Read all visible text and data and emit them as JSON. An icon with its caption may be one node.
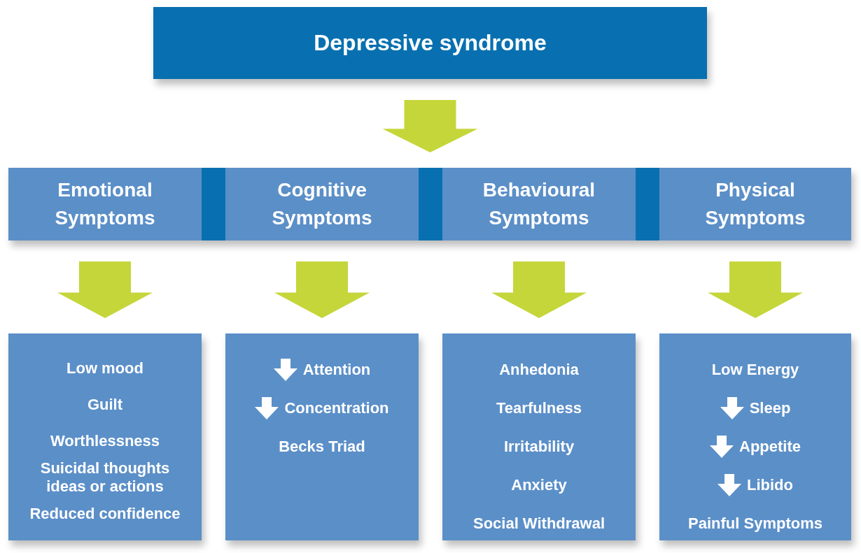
{
  "diagram": {
    "nodes": [
      {
        "text": [
          "Depressive syndrome"
        ]
      },
      {
        "text": [],
        "shape": "bar"
      },
      {
        "text": [
          "Emotional Symptoms"
        ],
        "in": 1
      },
      {
        "text": [
          "Cognitive Symptoms"
        ],
        "in": 1
      },
      {
        "text": [
          "Behavioural Symptoms"
        ],
        "in": 1
      },
      {
        "text": [
          "Physical Symptoms"
        ],
        "in": 1
      },
      {
        "text": [
          "Low mood",
          "Guilt",
          "Worthlessness",
          "Suicidal thoughts ideas or actions",
          "Reduced confidence"
        ]
      },
      {
        "text": [
          "Attention",
          "Concentration",
          "Becks Triad"
        ]
      },
      {
        "text": [
          "Anhedonia",
          "Tearfulness",
          "Irritability",
          "Anxiety",
          "Social Withdrawal"
        ]
      },
      {
        "text": [
          "Low Energy",
          "Sleep",
          "Appetite",
          "Libido",
          "Painful Symptoms"
        ]
      }
    ],
    "edges": [
      {
        "from": 0,
        "to": 1,
        "arrow": "to"
      },
      {
        "from": 2,
        "to": 6,
        "arrow": "to"
      },
      {
        "from": 3,
        "to": 7,
        "arrow": "to"
      },
      {
        "from": 4,
        "to": 8,
        "arrow": "to"
      },
      {
        "from": 5,
        "to": 9,
        "arrow": "to"
      }
    ]
  }
}
